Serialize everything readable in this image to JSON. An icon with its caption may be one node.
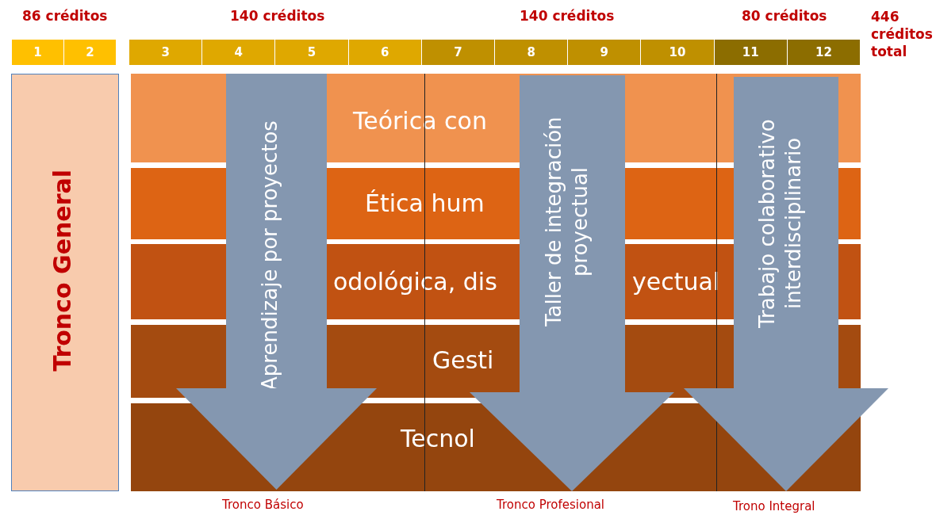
{
  "diagram": {
    "nodes": [
      {
        "text": [
          "1"
        ]
      },
      {
        "text": [
          "2"
        ]
      },
      {
        "text": [
          "3"
        ]
      },
      {
        "text": [
          "4"
        ]
      },
      {
        "text": [
          "5"
        ]
      },
      {
        "text": [
          "6"
        ]
      },
      {
        "text": [
          "7"
        ]
      },
      {
        "text": [
          "8"
        ]
      },
      {
        "text": [
          "9"
        ]
      },
      {
        "text": [
          "10"
        ]
      },
      {
        "text": [
          "11"
        ]
      },
      {
        "text": [
          "12"
        ]
      },
      {
        "text": [
          "Tronco General"
        ]
      },
      {
        "text": [
          "Teórica con"
        ]
      },
      {
        "text": [
          "Ética hum"
        ]
      },
      {
        "text": [
          "odológica, dis",
          "yectual"
        ]
      },
      {
        "text": [
          "Gesti"
        ]
      },
      {
        "text": [
          "Tecnol"
        ]
      },
      {
        "text": [
          "Aprendizaje por proyectos"
        ]
      },
      {
        "text": [
          "Taller de integración proyectual"
        ]
      },
      {
        "text": [
          "Trabajo colaborativo interdisciplinario"
        ]
      }
    ],
    "labels": [
      "86 créditos",
      "140 créditos",
      "140 créditos",
      "80 créditos",
      "446 créditos total",
      "Tronco Básico",
      "Tronco Profesional",
      "Trono Integral"
    ]
  }
}
